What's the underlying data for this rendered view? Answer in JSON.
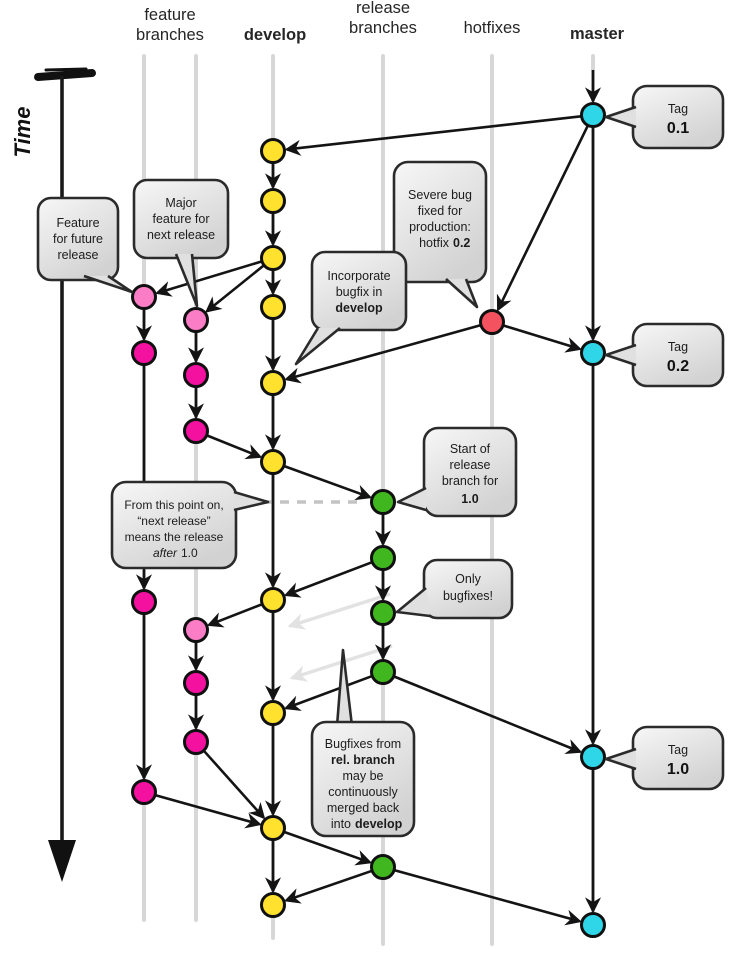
{
  "header": {
    "feature_branches_line1": "feature",
    "feature_branches_line2": "branches",
    "develop": "develop",
    "release_branches_line1": "release",
    "release_branches_line2": "branches",
    "hotfixes": "hotfixes",
    "master": "master"
  },
  "time_label": "Time",
  "callouts": {
    "tag_01": {
      "title": "Tag",
      "value": "0.1"
    },
    "tag_02": {
      "title": "Tag",
      "value": "0.2"
    },
    "tag_10": {
      "title": "Tag",
      "value": "1.0"
    },
    "feature_future": {
      "line1": "Feature",
      "line2": "for future",
      "line3": "release"
    },
    "major_feature": {
      "line1": "Major",
      "line2": "feature for",
      "line3": "next release"
    },
    "severe_bug": {
      "line1": "Severe bug",
      "line2": "fixed for",
      "line3": "production:",
      "line4_pre": "hotfix",
      "line4_bold": "0.2"
    },
    "incorporate": {
      "line1": "Incorporate",
      "line2": "bugfix in",
      "line3_bold": "develop"
    },
    "start_release": {
      "line1": "Start of",
      "line2": "release",
      "line3": "branch for",
      "line4_bold": "1.0"
    },
    "from_this_point": {
      "line1": "From this point on,",
      "line2": "“next release”",
      "line3": "means the release",
      "line4_italic": "after",
      "line4_rest": "1.0"
    },
    "only_bugfixes": {
      "line1": "Only",
      "line2": "bugfixes!"
    },
    "bugfixes_from": {
      "line1": "Bugfixes from",
      "line2_bold": "rel. branch",
      "line3": "may be",
      "line4": "continuously",
      "line5": "merged back",
      "line6_pre": "into",
      "line6_bold": "develop"
    }
  },
  "colors": {
    "master_node": "#2fd6e8",
    "develop_node": "#ffe12e",
    "release_node": "#41b71f",
    "feature_node": "#f411a0",
    "feature_tip_node": "#fb7dc6",
    "hotfix_node": "#f4525f",
    "lane_line": "#d7d7d7",
    "edge": "#141414",
    "node_border": "#101010"
  },
  "tags_shown": [
    "0.1",
    "0.2",
    "1.0"
  ]
}
